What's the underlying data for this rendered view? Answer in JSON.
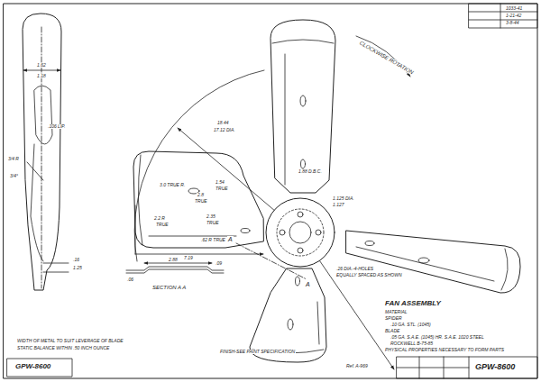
{
  "diagram": {
    "labels": [
      "1033-41",
      "1-21-42",
      "3-8-44",
      "CLOCKWISE ROTATION",
      "1.62",
      "1.18",
      ".106 LIP.",
      "3/4 R",
      "3/4°",
      ".16",
      "1.25",
      "18.44",
      "17.12 DIA.",
      "1.88 D.B.C.",
      "3.0 TRUE R.",
      "2.8",
      "TRUE",
      "1.54",
      "TRUE",
      "2.2 R",
      "TRUE",
      "2.35",
      "TRUE",
      ".62 R TRUE",
      "7.19",
      "1.125 DIA.",
      "1.127",
      ".26 DIA.-4-HOLES",
      "EQUALLY SPACED AS SHOWN",
      "A",
      "A",
      "2.88",
      ".09",
      ".06",
      "SECTION A A",
      "WIDTH OF METAL TO SUIT LEVERAGE OF BLADE",
      "STATIC BALANCE WITHIN .50 INCH OUNCE",
      "FINISH-SEE PAINT SPECIFICATION",
      "FAN ASSEMBLY",
      "MATERIAL",
      "SPIDER",
      ".10 GA. STL. (1045)",
      "BLADE",
      ".05 GA. S.A.E. (1045) HR. S.A.E. 1020 STEEL",
      "ROCKWELL B-75-85",
      "PHYSICAL PROPERTIES NECESSARY TO FORM PARTS",
      "Ref. A-969",
      "GPW-8600",
      "GPW-8600"
    ]
  }
}
